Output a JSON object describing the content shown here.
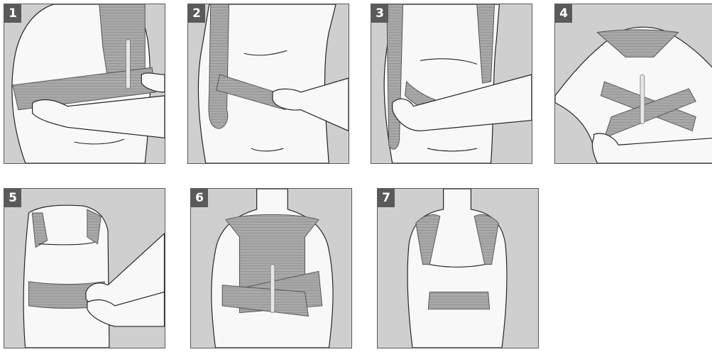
{
  "panels": [
    {
      "number": "1",
      "icons": [
        "torso-icon",
        "back-brace-icon",
        "hands-icon"
      ]
    },
    {
      "number": "2",
      "icons": [
        "torso-icon",
        "belt-icon",
        "hand-icon"
      ]
    },
    {
      "number": "3",
      "icons": [
        "torso-icon",
        "shoulder-strap-icon",
        "hand-icon"
      ]
    },
    {
      "number": "4",
      "icons": [
        "back-icon",
        "cross-strap-icon",
        "hands-icon"
      ]
    },
    {
      "number": "5",
      "icons": [
        "torso-icon",
        "belt-icon",
        "hands-icon"
      ]
    },
    {
      "number": "6",
      "icons": [
        "back-icon",
        "back-brace-icon"
      ]
    },
    {
      "number": "7",
      "icons": [
        "torso-icon",
        "shoulder-strap-icon",
        "belt-icon"
      ]
    }
  ],
  "colors": {
    "panel_bg": "#cfcfcf",
    "badge_bg": "#5a5a5a",
    "strap": "#a4a4a4",
    "skin": "#f8f8f8"
  }
}
